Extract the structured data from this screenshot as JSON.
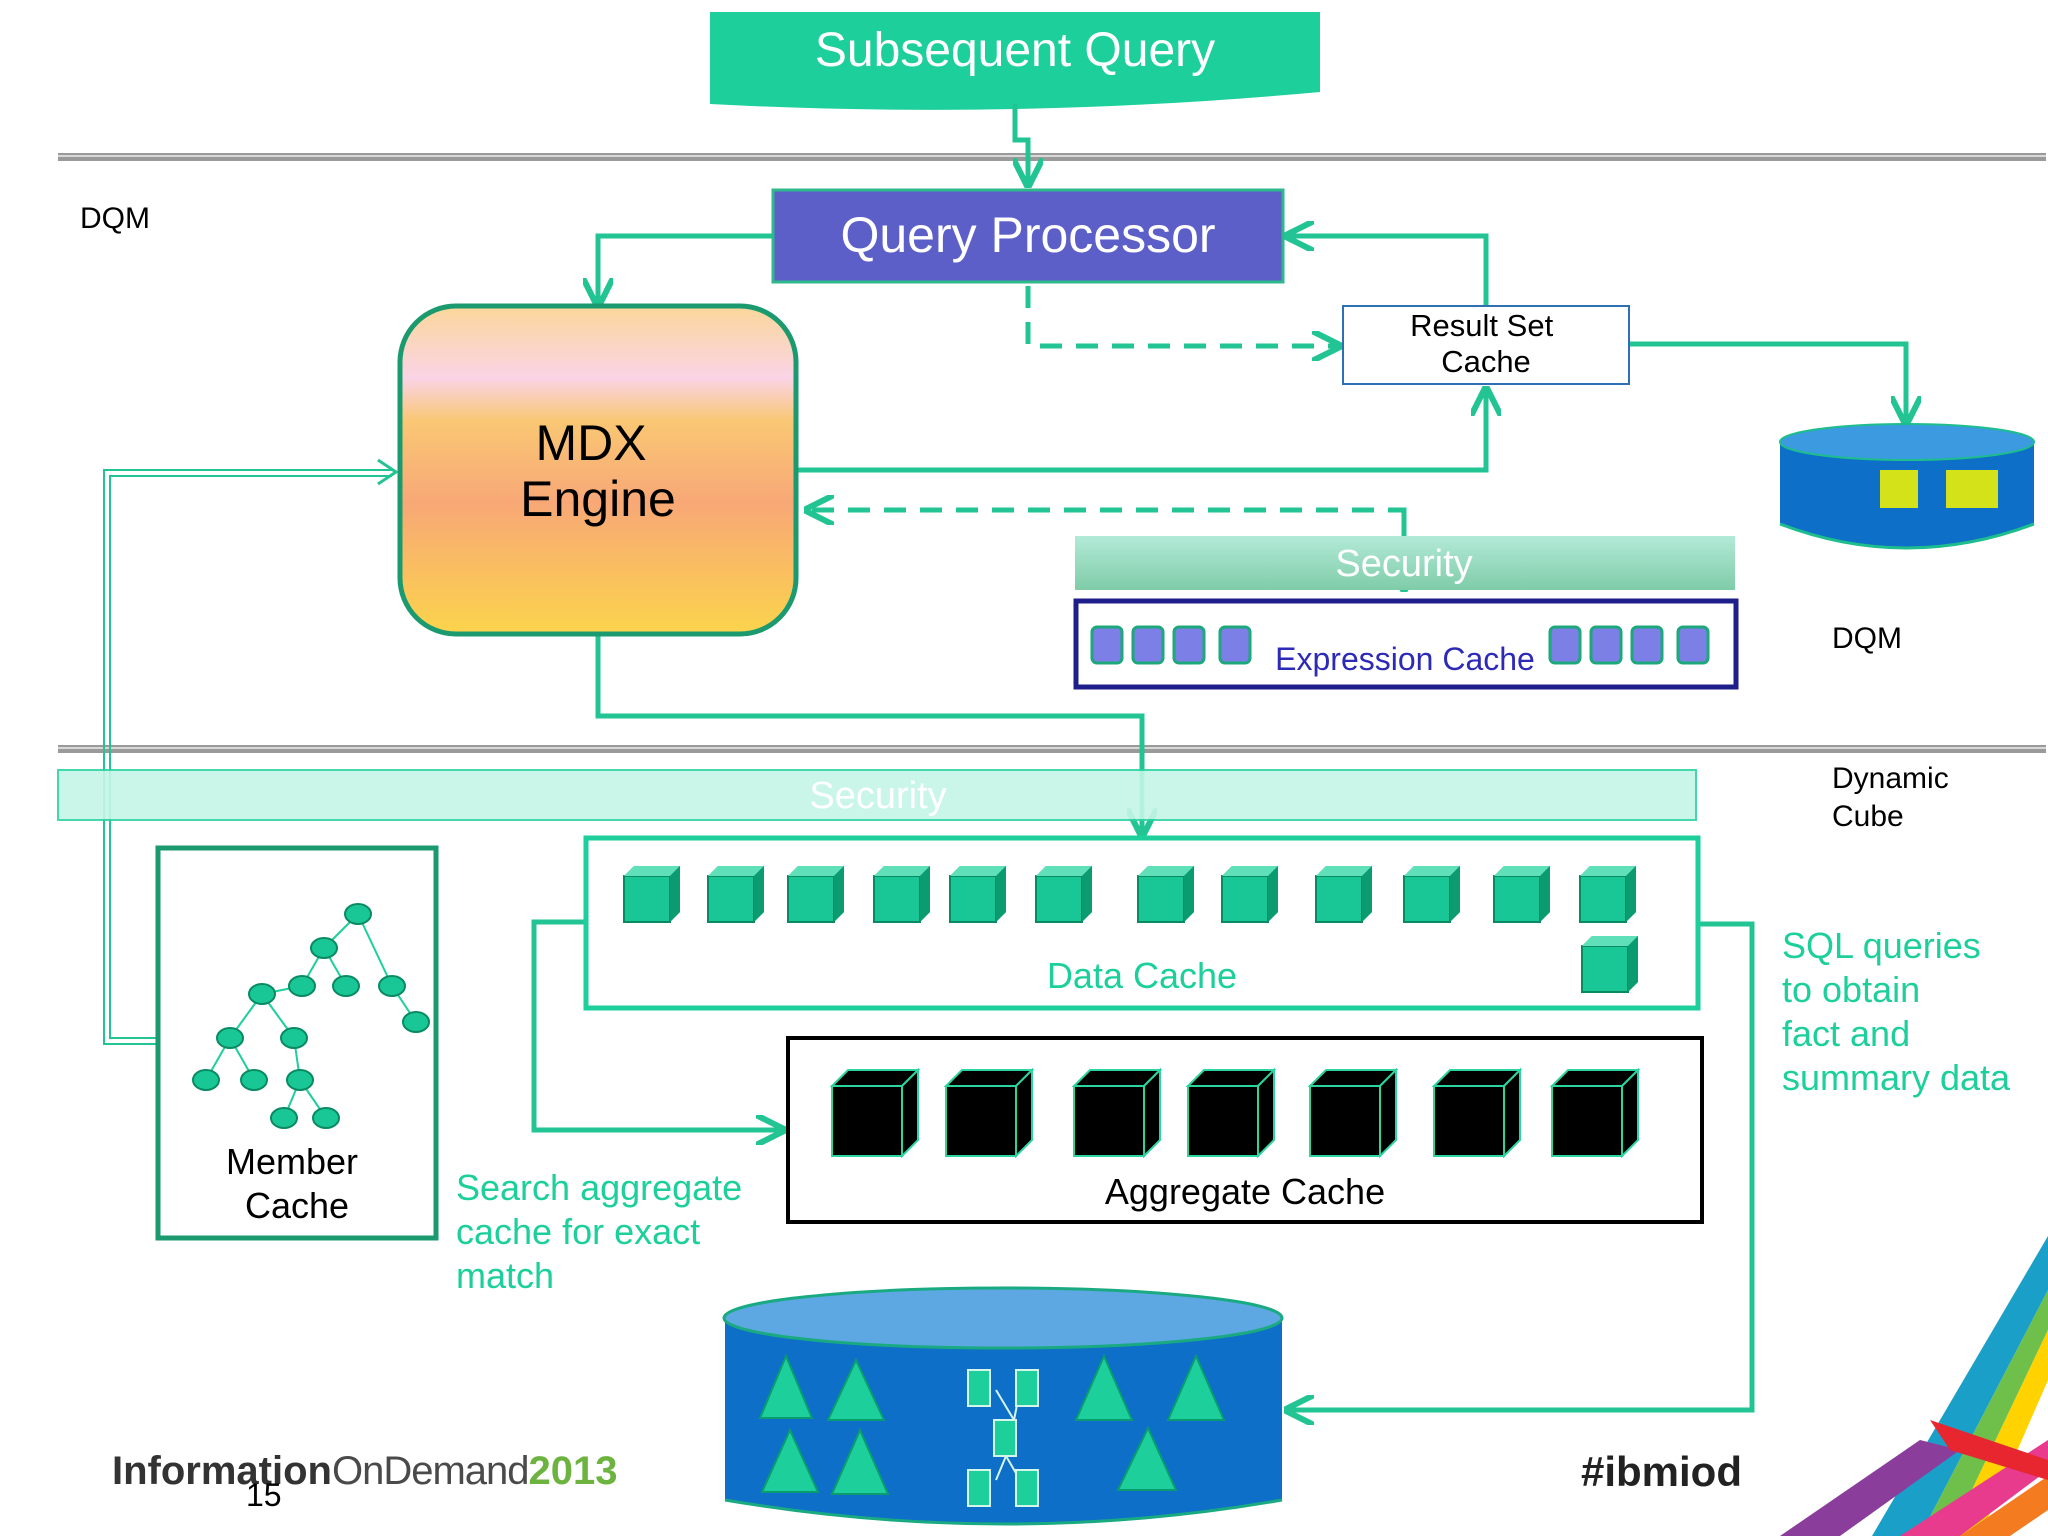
{
  "title": "Subsequent Query",
  "labels": {
    "dqm_top": "DQM",
    "dqm_right": "DQM",
    "dynamic_cube": [
      "Dynamic",
      "Cube"
    ]
  },
  "boxes": {
    "query_processor": "Query Processor",
    "mdx_engine": [
      "MDX",
      "Engine"
    ],
    "result_set_cache": [
      "Result Set",
      "Cache"
    ],
    "security_top": "Security",
    "expression_cache": "Expression Cache",
    "security_band": "Security",
    "data_cache": "Data Cache",
    "aggregate_cache": "Aggregate Cache",
    "member_cache": [
      "Member",
      "Cache"
    ]
  },
  "annotations": {
    "search_aggregate": [
      "Search aggregate",
      "cache for exact",
      "match"
    ],
    "sql_queries": [
      "SQL queries",
      "to obtain",
      "fact and",
      "summary data"
    ]
  },
  "footer": {
    "brand_info": "Information",
    "brand_ondemand": "OnDemand",
    "brand_year": "2013",
    "page_number": "15",
    "hashtag": "#ibmiod"
  },
  "colors": {
    "accent_green": "#1ccf9b",
    "arrow_green": "#22c493",
    "purple": "#5b5fc7",
    "navy": "#1f1f8c",
    "db_blue": "#0d6fc7",
    "yellow_green": "#d4e21a"
  }
}
